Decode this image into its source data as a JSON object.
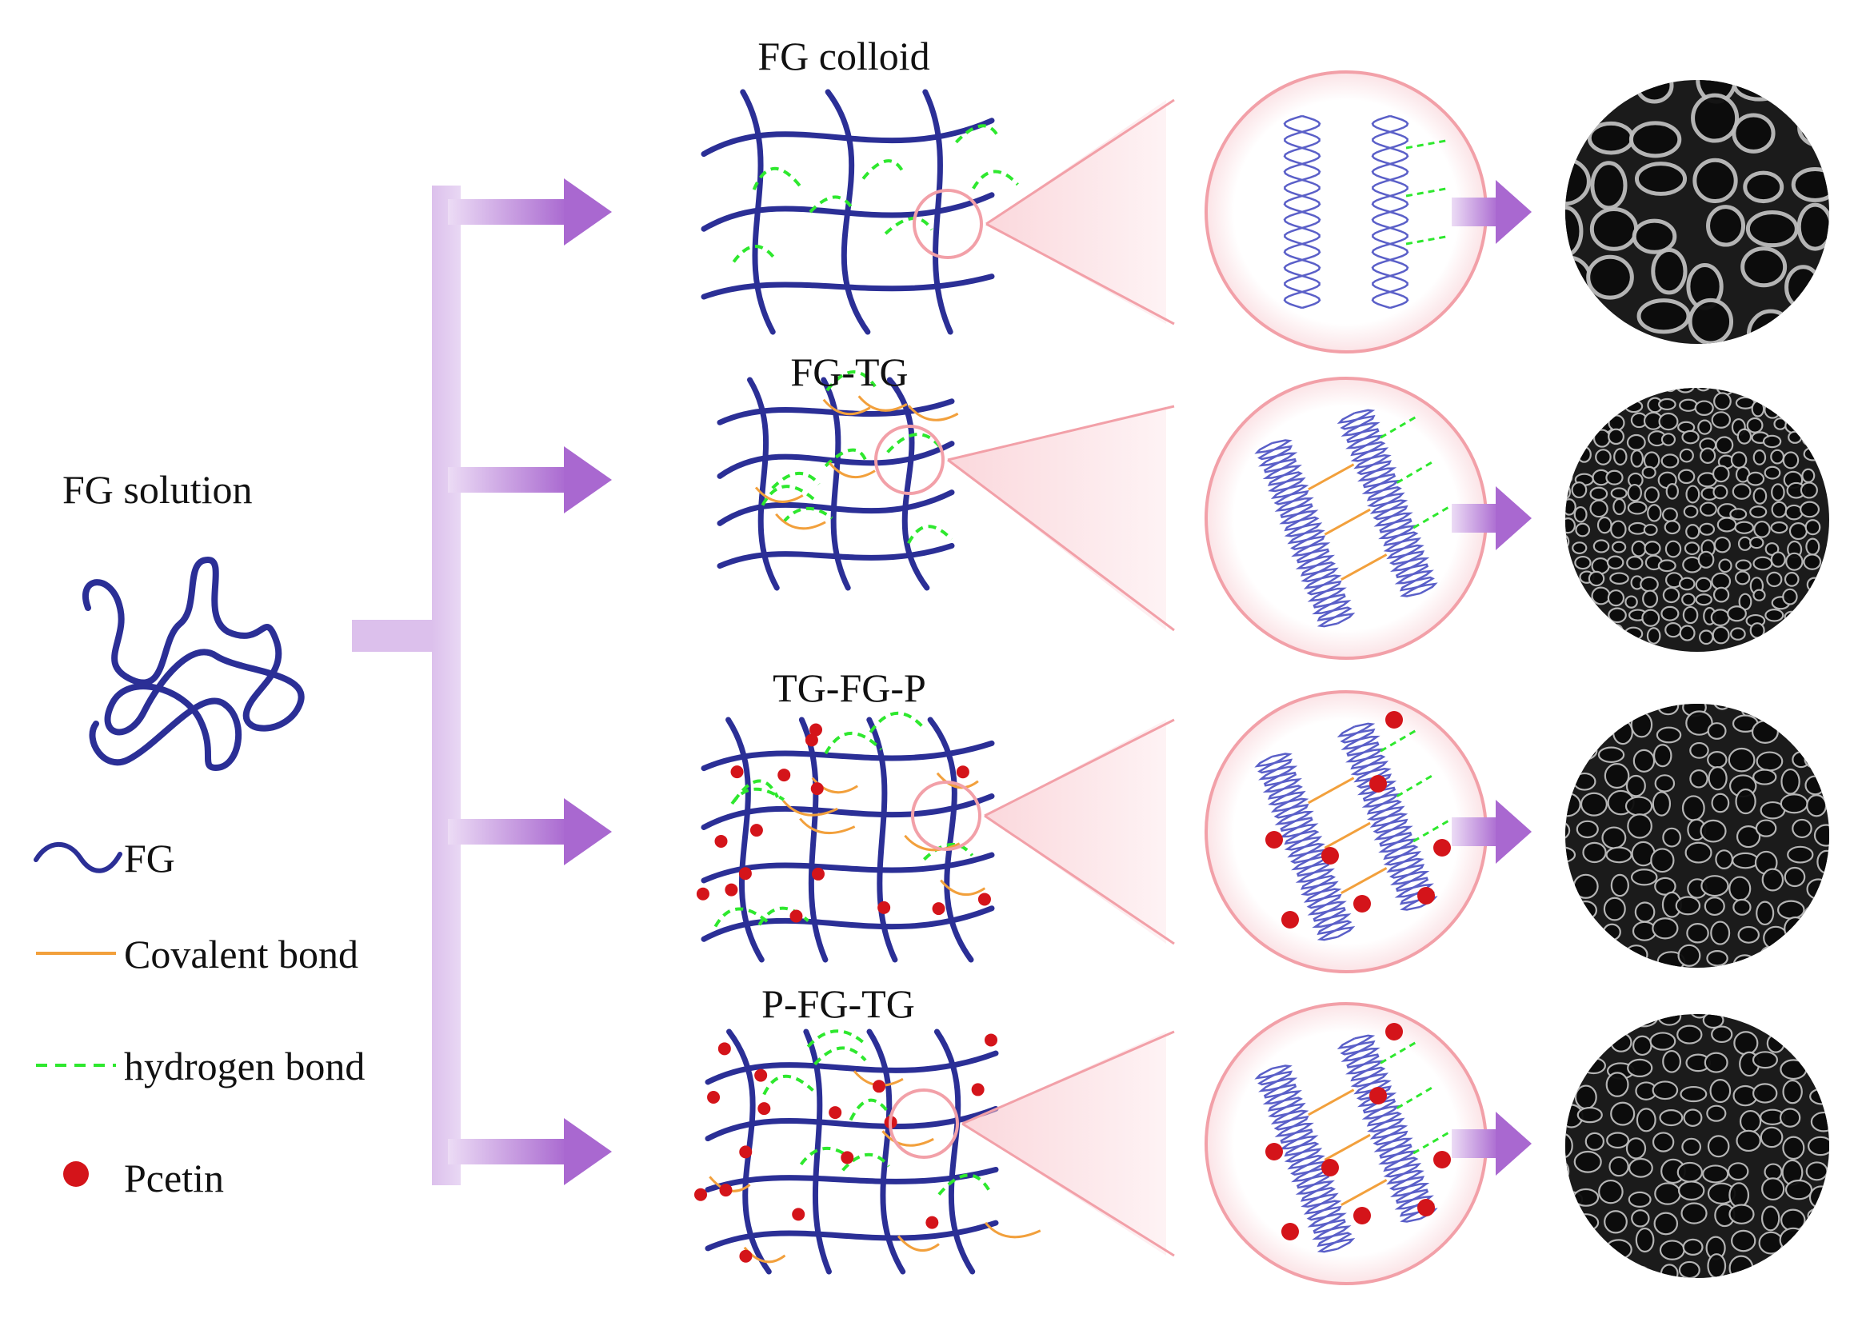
{
  "source_label": "FG solution",
  "rows": [
    {
      "title": "FG colloid",
      "covalent": false,
      "pectin": false
    },
    {
      "title": "FG-TG",
      "covalent": true,
      "pectin": false
    },
    {
      "title": "TG-FG-P",
      "covalent": true,
      "pectin": true
    },
    {
      "title": "P-FG-TG",
      "covalent": true,
      "pectin": true
    }
  ],
  "legend": [
    {
      "key": "fg",
      "label": "FG",
      "color": "#2b2f96"
    },
    {
      "key": "covalent",
      "label": "Covalent bond",
      "color": "#f2a03c"
    },
    {
      "key": "hydrogen",
      "label": "hydrogen bond",
      "color": "#2ee82e"
    },
    {
      "key": "pectin",
      "label": "Pcetin",
      "color": "#d4141a"
    }
  ],
  "colors": {
    "arrow": "#b57fd6",
    "arrow_light": "#ead8f4",
    "zoom_ring": "#f2a0a8",
    "chain": "#2b2f96",
    "helix": "#5a5fc8",
    "sem_dark": "#1b1b1b",
    "sem_pore_wall": "#bdbdbd"
  },
  "icons": [
    "flow-arrow-icon",
    "magnify-circle-icon",
    "sem-micrograph-icon"
  ]
}
